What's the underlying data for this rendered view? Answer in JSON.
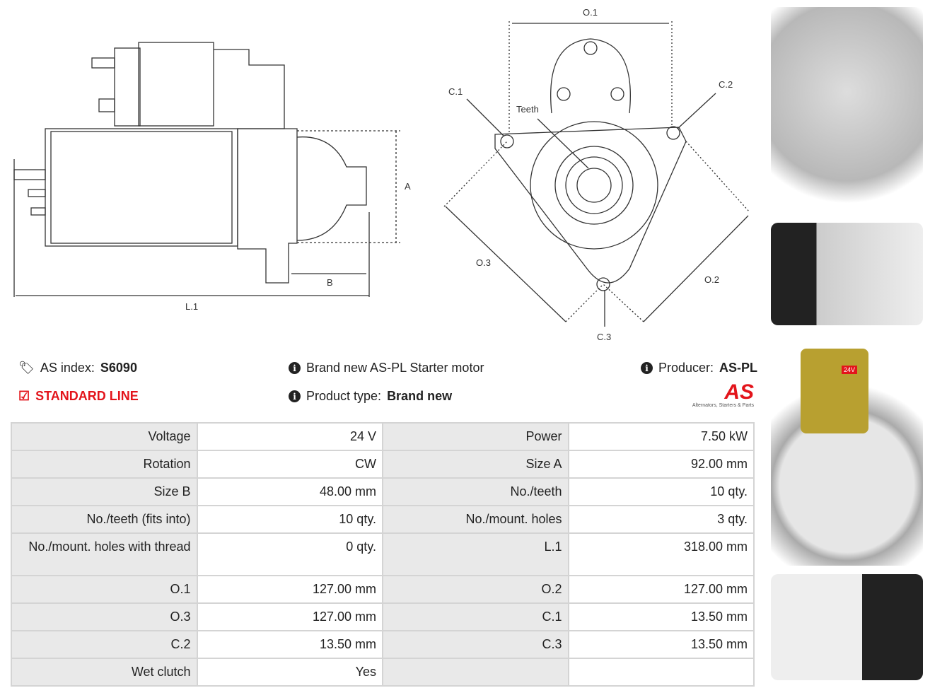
{
  "diagram_side": {
    "A": "A",
    "B": "B",
    "L1": "L.1"
  },
  "diagram_front": {
    "O1": "O.1",
    "O2": "O.2",
    "O3": "O.3",
    "C1": "C.1",
    "C2": "C.2",
    "C3": "C.3",
    "teeth": "Teeth"
  },
  "header": {
    "as_index_label": "AS index:",
    "as_index_value": "S6090",
    "line_label": "STANDARD LINE",
    "description": "Brand new AS-PL Starter motor",
    "product_type_label": "Product type:",
    "product_type_value": "Brand new",
    "producer_label": "Producer:",
    "producer_value": "AS-PL",
    "logo_text": "AS",
    "logo_tagline": "Alternators, Starters & Parts"
  },
  "specs": [
    [
      "Voltage",
      "24 V",
      "Power",
      "7.50 kW"
    ],
    [
      "Rotation",
      "CW",
      "Size A",
      "92.00 mm"
    ],
    [
      "Size B",
      "48.00 mm",
      "No./teeth",
      "10 qty."
    ],
    [
      "No./teeth (fits into)",
      "10 qty.",
      "No./mount. holes",
      "3 qty."
    ],
    [
      "No./mount. holes with thread",
      "0 qty.",
      "L.1",
      "318.00 mm"
    ],
    [
      "O.1",
      "127.00 mm",
      "O.2",
      "127.00 mm"
    ],
    [
      "O.3",
      "127.00 mm",
      "C.1",
      "13.50 mm"
    ],
    [
      "C.2",
      "13.50 mm",
      "C.3",
      "13.50 mm"
    ],
    [
      "Wet clutch",
      "Yes",
      "",
      ""
    ]
  ],
  "photo_badge": "24V",
  "colors": {
    "accent": "#e3141b"
  }
}
